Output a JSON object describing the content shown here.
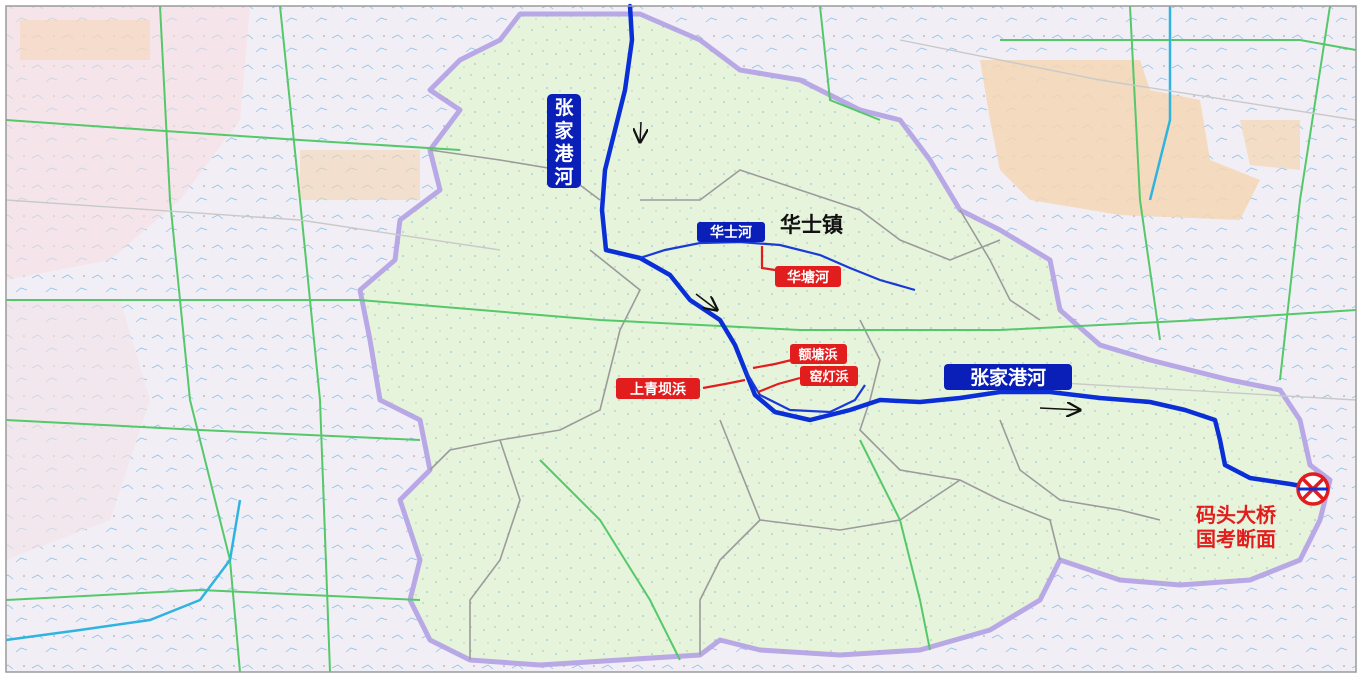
{
  "map": {
    "town_label": "华士镇",
    "rivers": {
      "main_vertical": "张家港河",
      "main_horizontal": "张家港河",
      "huashi": "华士河",
      "huatang": "华塘河",
      "etang": "额塘浜",
      "yaodeng": "窑灯浜",
      "shangqingba": "上青坝浜"
    },
    "section_label_line1": "码头大桥",
    "section_label_line2": "国考断面",
    "section_marker_icon": "section-marker-icon",
    "colors": {
      "main_river": "#0a2fd6",
      "label_blue": "#0a1fb8",
      "label_red": "#e21d1d",
      "tributary_red": "#e21d1d",
      "district_fill": "#e6f4dc",
      "district_border": "#9b9b9b",
      "district_outline": "#b9a8e6",
      "urban_fill": "#f4d6b4",
      "road": "#55c86a"
    }
  }
}
